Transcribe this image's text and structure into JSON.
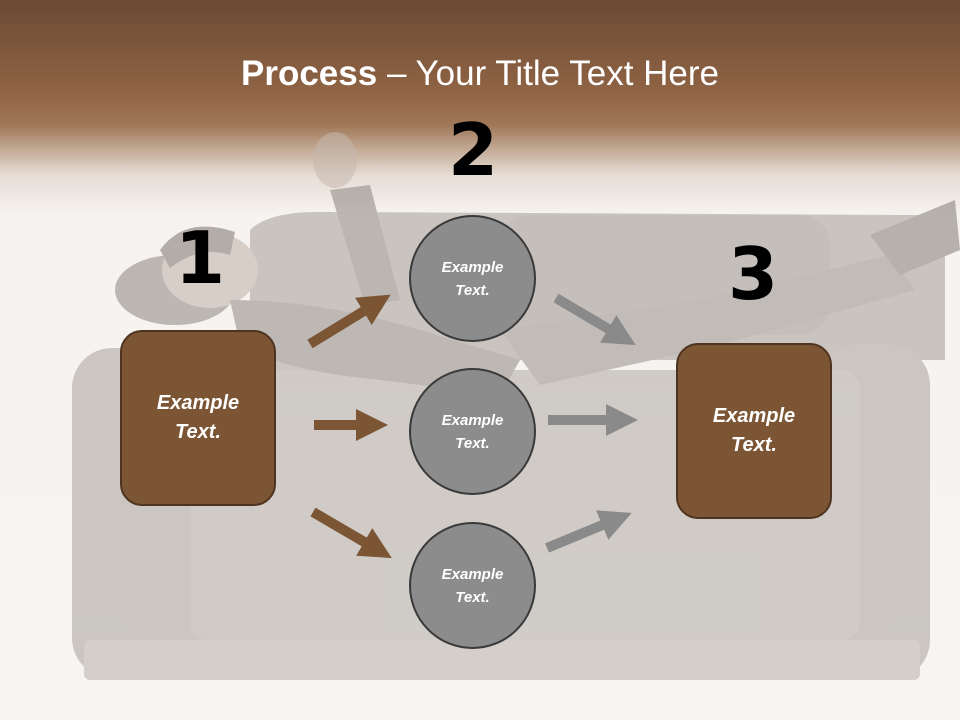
{
  "title": {
    "bold": "Process",
    "rest": " – Your Title Text Here"
  },
  "steps": {
    "one": "1",
    "two": "2",
    "three": "3"
  },
  "left_box": {
    "line1": "Example",
    "line2": "Text."
  },
  "circles": [
    {
      "line1": "Example",
      "line2": "Text."
    },
    {
      "line1": "Example",
      "line2": "Text."
    },
    {
      "line1": "Example",
      "line2": "Text."
    }
  ],
  "right_box": {
    "line1": "Example",
    "line2": "Text."
  },
  "colors": {
    "brown": "#7b5534",
    "gray": "#8c8c8c",
    "arrow_brown": "#7b5534",
    "arrow_gray": "#8a8a8a"
  }
}
